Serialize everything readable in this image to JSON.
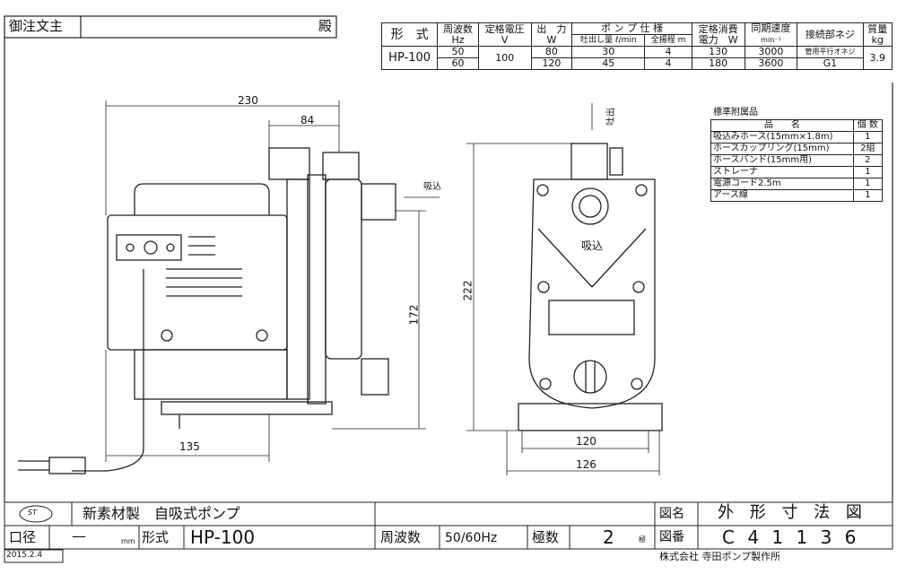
{
  "header": {
    "customer_label": "御注文主",
    "honorific": "殿"
  },
  "spec_table": {
    "headers": {
      "model": "形　式",
      "freq": "周波数",
      "freq_unit": "Hz",
      "voltage": "定格電圧",
      "voltage_unit": "V",
      "output": "出　力",
      "output_unit": "W",
      "pump_spec": "ポ ン プ 仕 様",
      "flow": "吐出し量",
      "flow_unit": "ℓ/min",
      "head": "全揚程",
      "head_unit": "m",
      "power": "定格消費",
      "power2": "電力　W",
      "speed": "同期速度",
      "speed_unit": "min⁻¹",
      "thread": "接続部ネジ",
      "mass": "質量",
      "mass_unit": "kg"
    },
    "model": "HP-100",
    "voltage": "100",
    "thread_type": "管用平行オネジ",
    "thread_size": "G1",
    "mass": "3.9",
    "rows": [
      {
        "freq": "50",
        "output": "80",
        "flow": "30",
        "head": "4",
        "power": "130",
        "speed": "3000"
      },
      {
        "freq": "60",
        "output": "120",
        "flow": "45",
        "head": "4",
        "power": "180",
        "speed": "3600"
      }
    ]
  },
  "accessories": {
    "title": "標準附属品",
    "col_name": "品　　名",
    "col_qty": "個 数",
    "items": [
      {
        "name": "吸込みホース(15mm×1.8m)",
        "qty": "1"
      },
      {
        "name": "ホースカップリング(15mm)",
        "qty": "2組"
      },
      {
        "name": "ホースバンド(15mm用)",
        "qty": "2"
      },
      {
        "name": "ストレーナ",
        "qty": "1"
      },
      {
        "name": "電源コード2.5m",
        "qty": "1"
      },
      {
        "name": "アース線",
        "qty": "1"
      }
    ]
  },
  "dimensions": {
    "d230": "230",
    "d84": "84",
    "d172": "172",
    "d135": "135",
    "d222": "222",
    "d120": "120",
    "d126": "126"
  },
  "labels": {
    "suction": "吸込",
    "discharge": "吐出",
    "front_suction": "吸込"
  },
  "title_block": {
    "logo": "ST",
    "product": "新素材製　自吸式ポンプ",
    "drawing_name_label": "図名",
    "drawing_name": "外 形 寸 法 図",
    "bore_label": "口径",
    "bore_value": "—",
    "bore_unit": "mm",
    "model_label": "形式",
    "model": "HP-100",
    "freq_label": "周波数",
    "freq_value": "50/60Hz",
    "poles_label": "極数",
    "poles_value": "2",
    "poles_unit": "極",
    "drawing_no_label": "図番",
    "drawing_no": "C 4 1 1 3 6"
  },
  "footer": {
    "date": "2015.2.4",
    "company": "株式会社 寺田ポンプ製作所"
  }
}
